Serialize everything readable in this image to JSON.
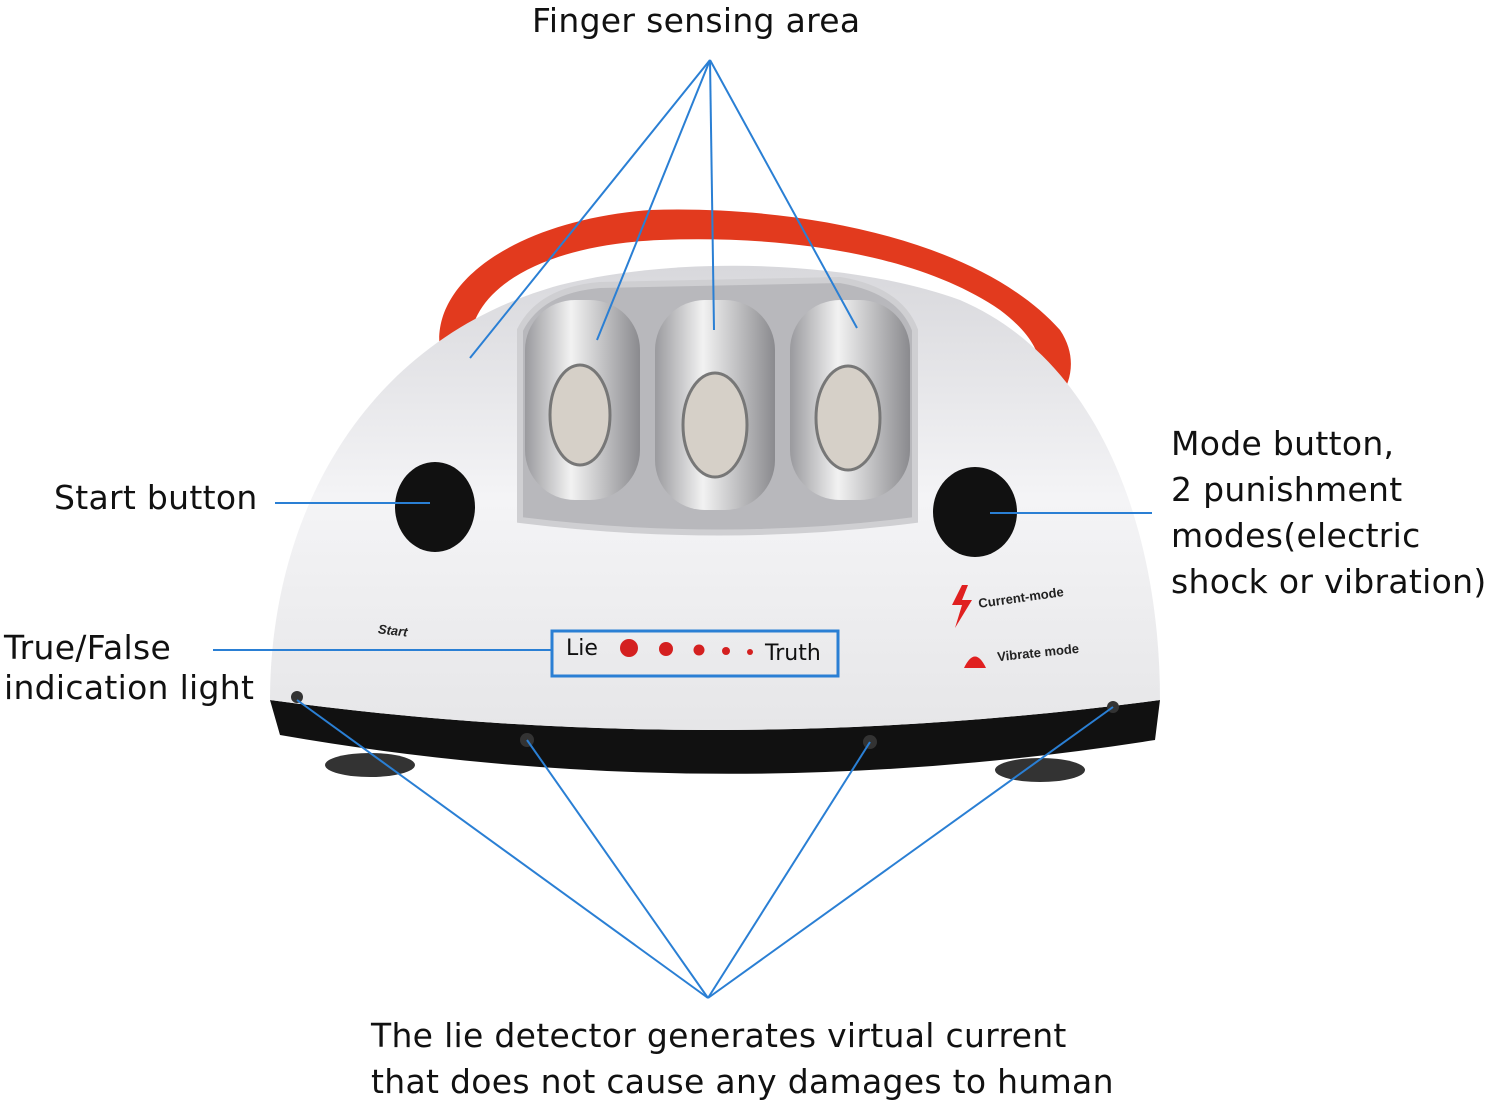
{
  "callouts": {
    "finger_sensing": "Finger sensing area",
    "start_button": "Start button",
    "mode_button": [
      "Mode button,",
      "2 punishment",
      "modes(electric",
      "shock or vibration)"
    ],
    "indication_light": [
      "True/False",
      "indication light"
    ],
    "virtual_current": [
      "The lie detector generates virtual current",
      "that does not cause any damages to human"
    ]
  },
  "device": {
    "start_label": "Start",
    "indicator_left": "Lie",
    "indicator_right": "Truth",
    "current_mode": "Current-mode",
    "vibrate_mode": "Vibrate mode"
  },
  "colors": {
    "line": "#2a7fd4",
    "strap": "#e23a1e",
    "led": "#d42020",
    "base": "#111111"
  }
}
